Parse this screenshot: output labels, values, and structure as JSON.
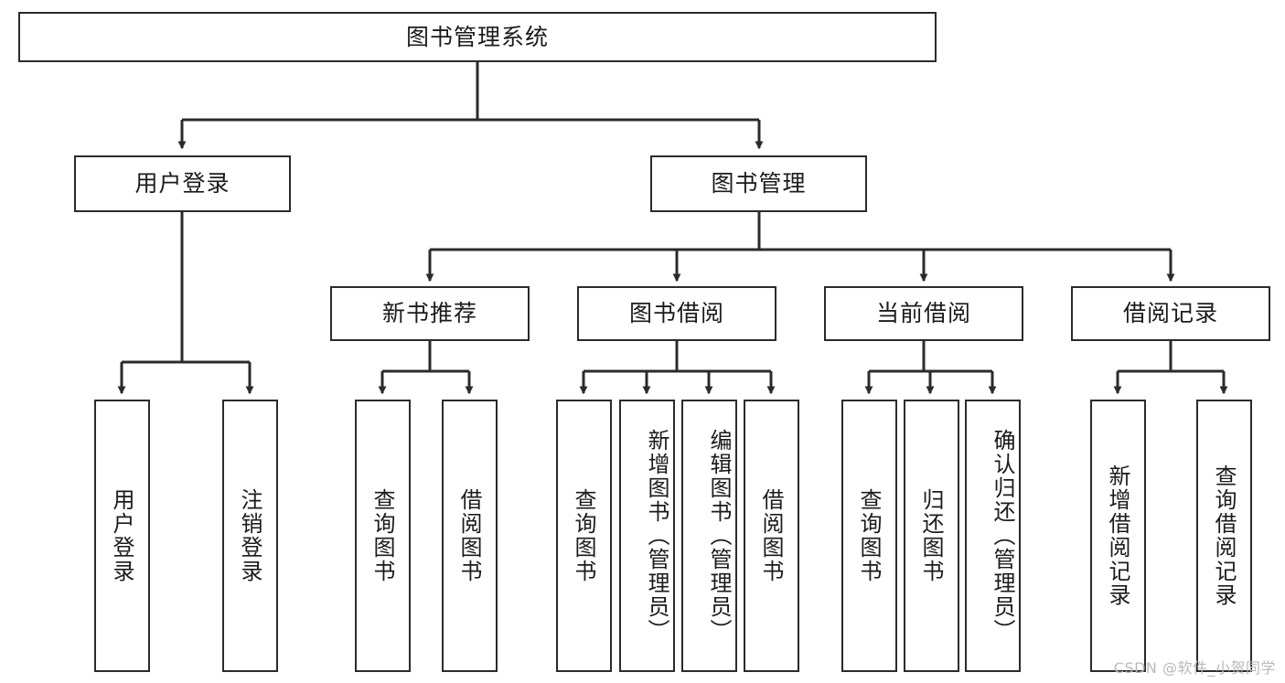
{
  "diagram": {
    "title": "图书管理系统",
    "type": "tree",
    "watermark": "CSDN @软件_小贺同学",
    "colors": {
      "stroke": "#2b2b2b",
      "fill": "#ffffff",
      "text": "#1b1b1b",
      "watermark": "#b9b9b9"
    },
    "nodes": {
      "root": {
        "label": "图书管理系统"
      },
      "level2": [
        {
          "label": "用户登录"
        },
        {
          "label": "图书管理"
        }
      ],
      "level3": [
        {
          "label": "新书推荐"
        },
        {
          "label": "图书借阅"
        },
        {
          "label": "当前借阅"
        },
        {
          "label": "借阅记录"
        }
      ],
      "leaves": {
        "user_login": [
          {
            "label": "用户登录"
          },
          {
            "label": "注销登录"
          }
        ],
        "new_book": [
          {
            "label": "查询图书"
          },
          {
            "label": "借阅图书"
          }
        ],
        "borrow": [
          {
            "label": "查询图书"
          },
          {
            "label": "新增图书（管理员）"
          },
          {
            "label": "编辑图书（管理员）"
          },
          {
            "label": "借阅图书"
          }
        ],
        "current": [
          {
            "label": "查询图书"
          },
          {
            "label": "归还图书"
          },
          {
            "label": "确认归还（管理员）"
          }
        ],
        "records": [
          {
            "label": "新增借阅记录"
          },
          {
            "label": "查询借阅记录"
          }
        ]
      }
    }
  }
}
